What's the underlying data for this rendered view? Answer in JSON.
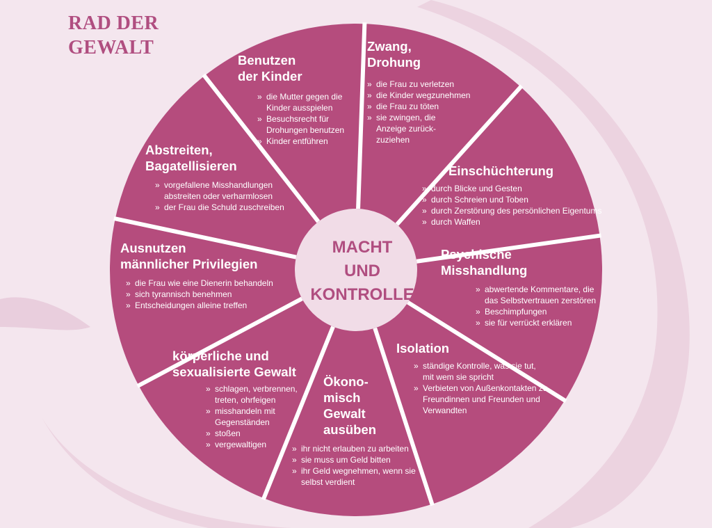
{
  "title": [
    "RAD DER",
    "GEWALT"
  ],
  "center": [
    "MACHT",
    "UND",
    "KONTROLLE"
  ],
  "colors": {
    "segment": "#b54c7d",
    "divider": "#ffffff",
    "hub": "#f1dce7",
    "title": "#b04e80",
    "background": "#f4e6ee"
  },
  "segments": [
    {
      "id": "zwang",
      "heading": [
        "Zwang,",
        "Drohung"
      ],
      "items": [
        [
          "die Frau zu verletzen"
        ],
        [
          "die Kinder wegzunehmen"
        ],
        [
          "die Frau zu töten"
        ],
        [
          "sie zwingen, die",
          "Anzeige zurück-",
          "zuziehen"
        ]
      ]
    },
    {
      "id": "einschuechterung",
      "heading": [
        "Einschüchterung"
      ],
      "items": [
        [
          "durch Blicke und Gesten"
        ],
        [
          "durch Schreien und Toben"
        ],
        [
          "durch Zerstörung des persönlichen Eigentums"
        ],
        [
          "durch Waffen"
        ]
      ]
    },
    {
      "id": "psychische",
      "heading": [
        "Psychische",
        "Misshandlung"
      ],
      "items": [
        [
          "abwertende Kommentare, die",
          "das Selbstvertrauen zerstören"
        ],
        [
          "Beschimpfungen"
        ],
        [
          "sie für verrückt erklären"
        ]
      ]
    },
    {
      "id": "isolation",
      "heading": [
        "Isolation"
      ],
      "items": [
        [
          "ständige Kontrolle, was sie tut,",
          "mit wem sie spricht"
        ],
        [
          "Verbieten von Außenkontakten zu",
          "Freundinnen und Freunden und",
          "Verwandten"
        ]
      ]
    },
    {
      "id": "oekonomisch",
      "heading": [
        "Ökono-",
        "misch",
        "Gewalt",
        "ausüben"
      ],
      "items": [
        [
          "ihr nicht erlauben zu arbeiten"
        ],
        [
          "sie muss um Geld bitten"
        ],
        [
          "ihr Geld wegnehmen, wenn sie",
          "selbst verdient"
        ]
      ]
    },
    {
      "id": "koerperliche",
      "heading": [
        "körperliche und",
        "sexualisierte Gewalt"
      ],
      "items": [
        [
          "schlagen, verbrennen,",
          "treten, ohrfeigen"
        ],
        [
          "misshandeln mit",
          "Gegenständen"
        ],
        [
          "stoßen"
        ],
        [
          "vergewaltigen"
        ]
      ]
    },
    {
      "id": "privilegien",
      "heading": [
        "Ausnutzen",
        "männlicher Privilegien"
      ],
      "items": [
        [
          "die Frau wie eine Dienerin behandeln"
        ],
        [
          "sich tyrannisch benehmen"
        ],
        [
          "Entscheidungen alleine treffen"
        ]
      ]
    },
    {
      "id": "abstreiten",
      "heading": [
        "Abstreiten,",
        "Bagatellisieren"
      ],
      "items": [
        [
          "vorgefallene Misshandlungen",
          "abstreiten oder verharmlosen"
        ],
        [
          "der Frau die Schuld zuschreiben"
        ]
      ]
    },
    {
      "id": "kinder",
      "heading": [
        "Benutzen",
        "der Kinder"
      ],
      "items": [
        [
          "die Mutter gegen die",
          "Kinder ausspielen"
        ],
        [
          "Besuchsrecht für",
          "Drohungen benutzen"
        ],
        [
          "Kinder entführen"
        ]
      ]
    }
  ]
}
